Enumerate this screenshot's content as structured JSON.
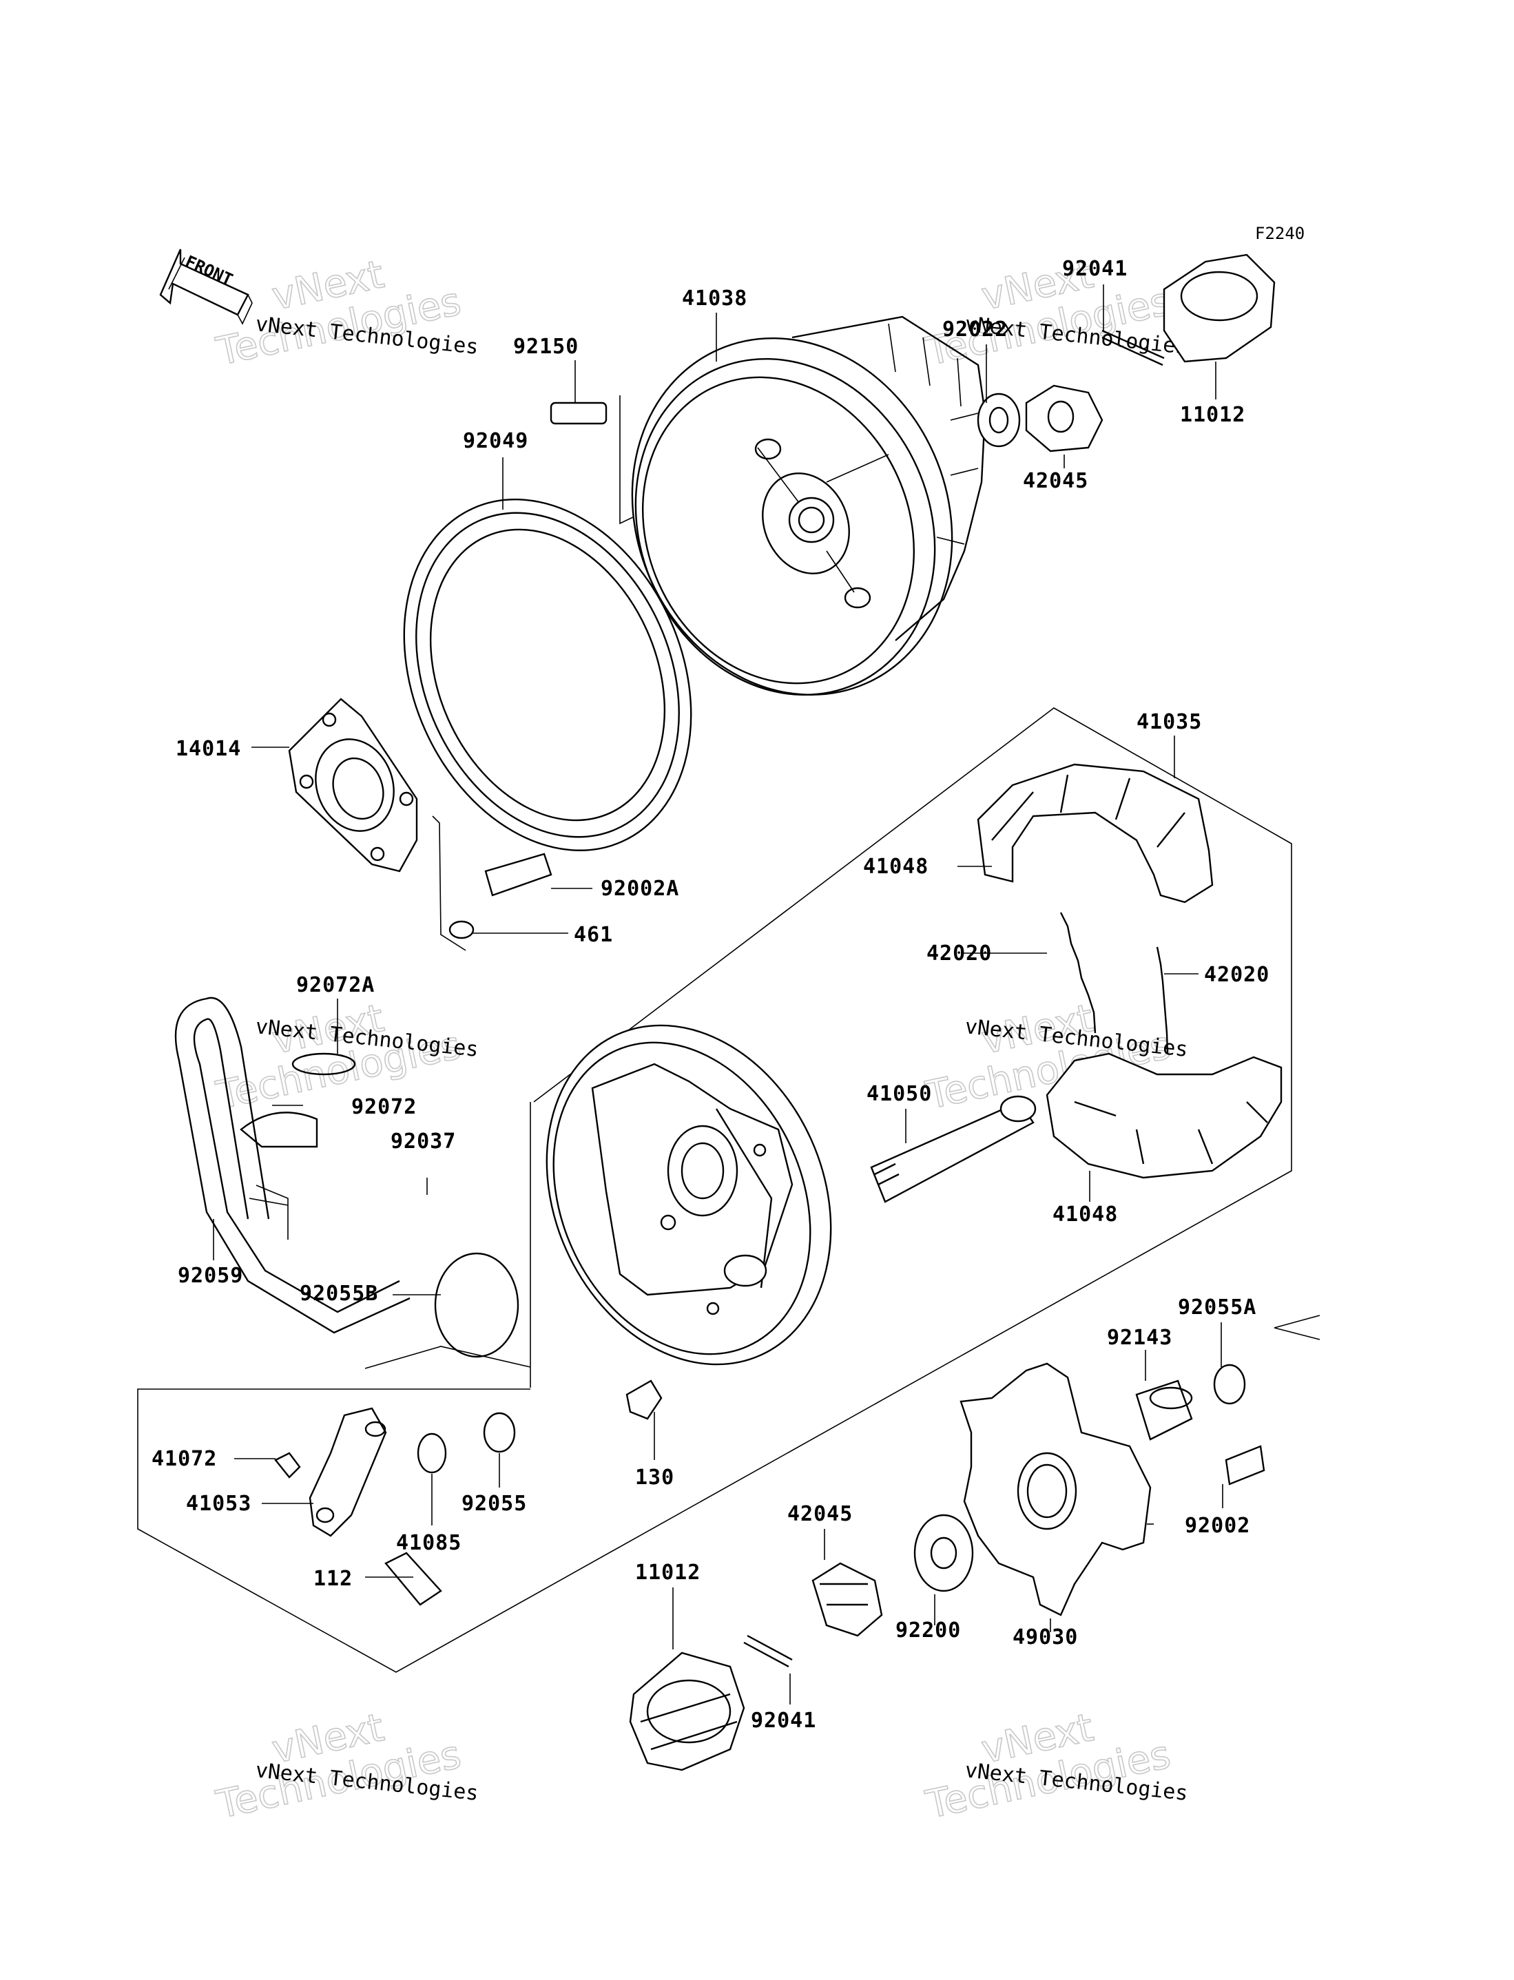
{
  "figure_code": "F2240",
  "front_arrow_label": "FRONT",
  "watermark": {
    "line1": "vNext",
    "line2": "Technologies",
    "small": "vNext Technologies"
  },
  "parts": {
    "p41038": "41038",
    "p92150": "92150",
    "p92049": "92049",
    "p92022": "92022",
    "p92041a": "92041",
    "p11012a": "11012",
    "p42045a": "42045",
    "p41035": "41035",
    "p14014": "14014",
    "p41048a": "41048",
    "p92002A": "92002A",
    "p461": "461",
    "p92072A": "92072A",
    "p42020a": "42020",
    "p42020b": "42020",
    "p92072": "92072",
    "p92037": "92037",
    "p41050": "41050",
    "p41048b": "41048",
    "p92059": "92059",
    "p92055B": "92055B",
    "p92055A": "92055A",
    "p92143": "92143",
    "p41072": "41072",
    "p41053": "41053",
    "p41085": "41085",
    "p92055": "92055",
    "p130": "130",
    "p92002": "92002",
    "p112": "112",
    "p42045b": "42045",
    "p11012b": "11012",
    "p92200": "92200",
    "p49030": "49030",
    "p92041b": "92041"
  }
}
